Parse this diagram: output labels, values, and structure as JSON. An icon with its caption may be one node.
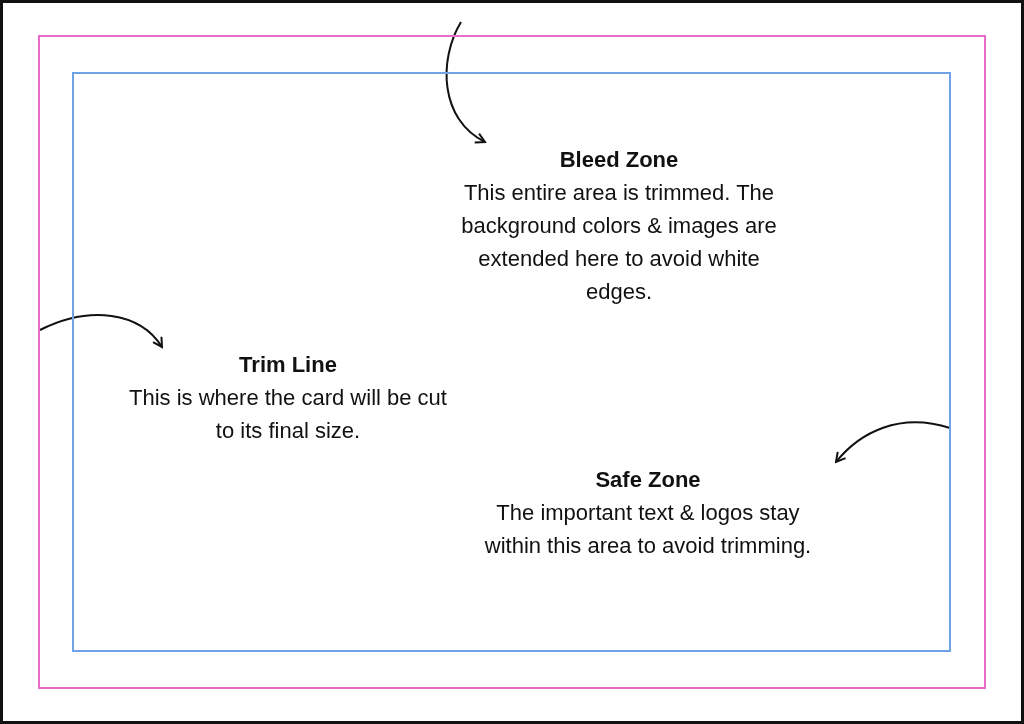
{
  "diagram": {
    "nodes": [
      {
        "text": [],
        "shape": "box"
      },
      {
        "text": [],
        "shape": "box",
        "in": 0
      },
      {
        "text": [],
        "shape": "box",
        "in": 1
      },
      {
        "text": [
          "Bleed Zone",
          "This entire area is trimmed. The background colors & images are extended here to avoid white edges."
        ],
        "in": 2
      },
      {
        "text": [
          "Trim Line",
          "This is where the card will be cut to its final size."
        ],
        "in": 2
      },
      {
        "text": [
          "Safe Zone",
          "The important text & logos stay within this area to avoid trimming."
        ],
        "in": 2
      }
    ],
    "edges": [
      {
        "from": 0,
        "to": 3,
        "arrow": "to"
      },
      {
        "from": 1,
        "to": 4,
        "arrow": "to"
      },
      {
        "from": 2,
        "to": 5,
        "arrow": "to"
      }
    ]
  }
}
